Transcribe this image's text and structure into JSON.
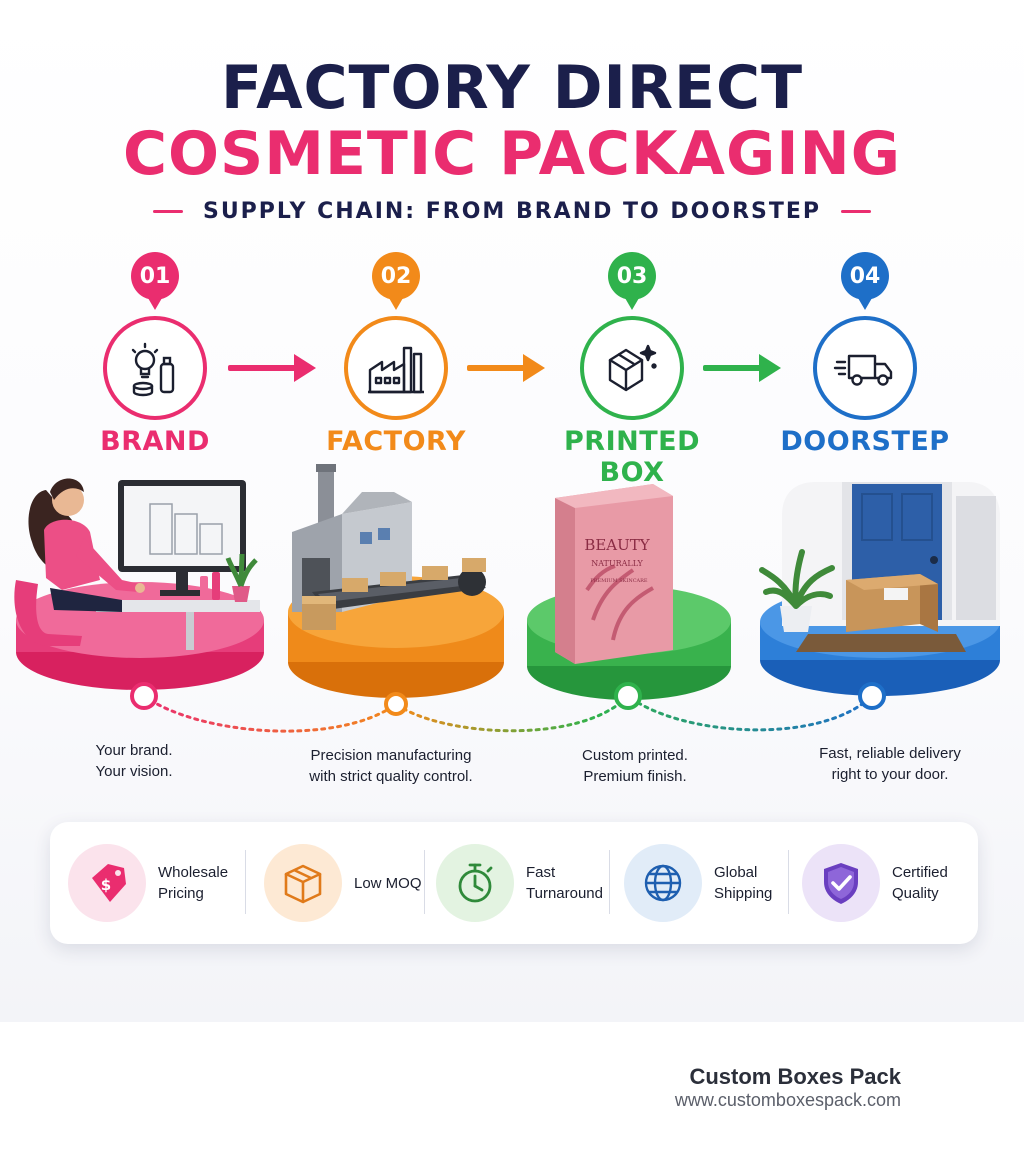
{
  "header": {
    "title_line1": "FACTORY DIRECT",
    "title_line2": "COSMETIC PACKAGING",
    "subtitle": "SUPPLY CHAIN: FROM BRAND TO DOORSTEP"
  },
  "steps": [
    {
      "number": "01",
      "label": "BRAND",
      "color": "#ea2d6f",
      "icon": "lightbulb-bottle-icon",
      "caption_line1": "Your brand.",
      "caption_line2": "Your vision."
    },
    {
      "number": "02",
      "label": "FACTORY",
      "color": "#f28a1a",
      "icon": "factory-icon",
      "caption_line1": "Precision manufacturing",
      "caption_line2": "with strict quality control."
    },
    {
      "number": "03",
      "label": "PRINTED BOX",
      "color": "#2fb24c",
      "icon": "box-sparkle-icon",
      "caption_line1": "Custom printed.",
      "caption_line2": "Premium finish."
    },
    {
      "number": "04",
      "label": "DOORSTEP",
      "color": "#1e6fc8",
      "icon": "delivery-truck-icon",
      "caption_line1": "Fast,  reliable delivery",
      "caption_line2": "right to your door."
    }
  ],
  "box_print": {
    "line1": "BEAUTY",
    "line2": "NATURALLY",
    "line3": "PREMIUM SKINCARE"
  },
  "benefits": [
    {
      "label": "Wholesale\nPricing",
      "icon": "price-tag-icon",
      "color": "#ea2d6f"
    },
    {
      "label": "Low MOQ",
      "icon": "box-icon",
      "color": "#e07a1a"
    },
    {
      "label": "Fast\nTurnaround",
      "icon": "stopwatch-icon",
      "color": "#2f8a3a"
    },
    {
      "label": "Global\nShipping",
      "icon": "globe-icon",
      "color": "#1e5fb0"
    },
    {
      "label": "Certified\nQuality",
      "icon": "shield-check-icon",
      "color": "#6a3fc0"
    }
  ],
  "footer": {
    "brand": "Custom Boxes Pack",
    "url": "www.customboxespack.com"
  }
}
